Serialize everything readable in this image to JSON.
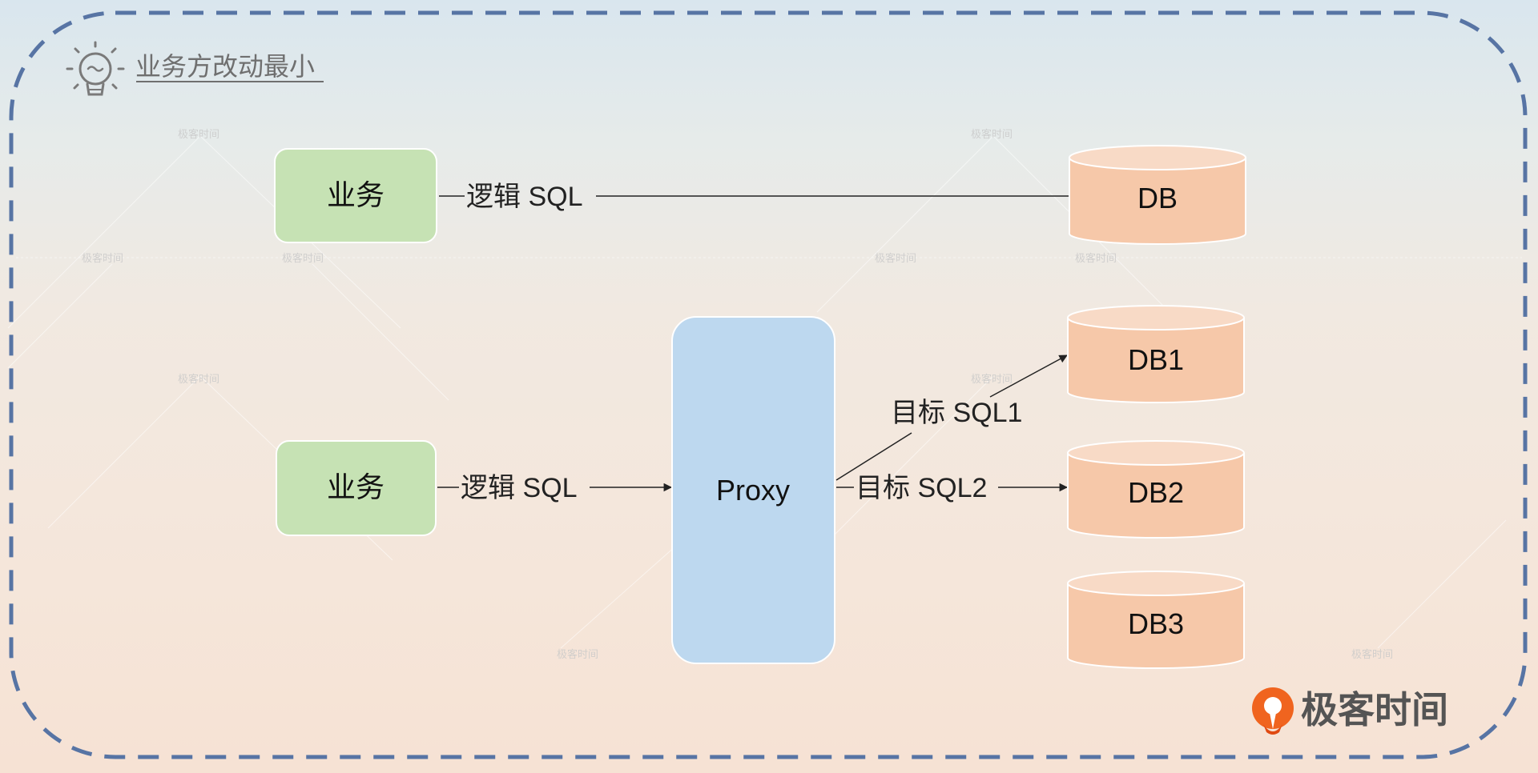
{
  "header": {
    "title": "业务方改动最小",
    "bulb_icon": "lightbulb-icon"
  },
  "top_flow": {
    "business": "业务",
    "edge_label": "逻辑 SQL",
    "db": "DB"
  },
  "bottom_flow": {
    "business": "业务",
    "edge_label": "逻辑 SQL",
    "proxy": "Proxy",
    "target1_label": "目标 SQL1",
    "target2_label": "目标 SQL2",
    "db1": "DB1",
    "db2": "DB2",
    "db3": "DB3"
  },
  "brand": {
    "name": "极客时间",
    "watermark": "极客时间",
    "logo_icon": "geektime-logo-icon"
  },
  "colors": {
    "business_fill": "#c6e2b4",
    "proxy_fill": "#bdd8ef",
    "db_fill": "#f6c8a9",
    "db_top": "#f8dac6",
    "border_dash": "#5774a4",
    "brand_orange": "#f0641f"
  }
}
